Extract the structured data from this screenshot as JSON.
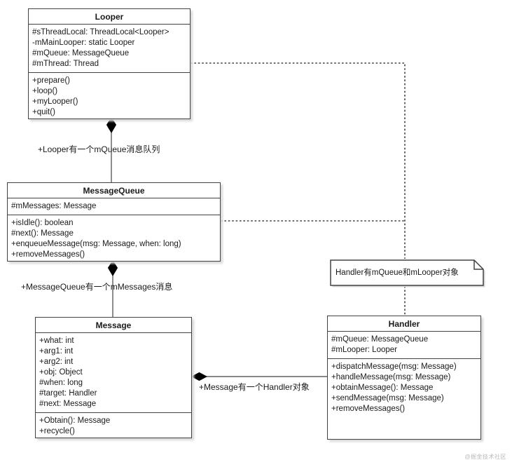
{
  "diagram": {
    "type": "uml-class-diagram",
    "watermark": "@掘金技术社区",
    "colors": {
      "background": "#ffffff",
      "box_border": "#424242",
      "text": "#1a1a1a",
      "connector": "#424242",
      "composition_diamond": "#000000",
      "box_shadow": "#d8d8d8",
      "watermark_text": "#b9b9b9"
    },
    "classes": [
      {
        "name": "Looper",
        "attributes": [
          "#sThreadLocal: ThreadLocal<Looper>",
          "-mMainLooper: static Looper",
          "#mQueue: MessageQueue",
          "#mThread: Thread"
        ],
        "methods": [
          "+prepare()",
          "+loop()",
          "+myLooper()",
          "+quit()"
        ]
      },
      {
        "name": "MessageQueue",
        "attributes": [
          "#mMessages: Message"
        ],
        "methods": [
          "+isIdle(): boolean",
          "#next(): Message",
          "+enqueueMessage(msg: Message, when: long)",
          "+removeMessages()"
        ]
      },
      {
        "name": "Message",
        "attributes": [
          "+what: int",
          "+arg1: int",
          "+arg2: int",
          "+obj: Object",
          "#when: long",
          "#target: Handler",
          "#next: Message"
        ],
        "methods": [
          "+Obtain(): Message",
          "+recycle()"
        ]
      },
      {
        "name": "Handler",
        "attributes": [
          "#mQueue: MessageQueue",
          "#mLooper: Looper"
        ],
        "methods": [
          "+dispatchMessage(msg: Message)",
          "+handleMessage(msg: Message)",
          "+obtainMessage(): Message",
          "+sendMessage(msg: Message)",
          "+removeMessages()"
        ]
      }
    ],
    "relationships": [
      {
        "type": "composition",
        "from": "Looper",
        "to": "MessageQueue",
        "label": "+Looper有一个mQueue消息队列"
      },
      {
        "type": "composition",
        "from": "MessageQueue",
        "to": "Message",
        "label": "+MessageQueue有一个mMessages消息"
      },
      {
        "type": "composition",
        "from": "Message",
        "to": "Handler",
        "label": "+Message有一个Handler对象"
      }
    ],
    "note": {
      "text": "Handler有mQueue和mLooper对象",
      "attached_to": [
        "Looper",
        "MessageQueue",
        "Handler"
      ]
    }
  }
}
